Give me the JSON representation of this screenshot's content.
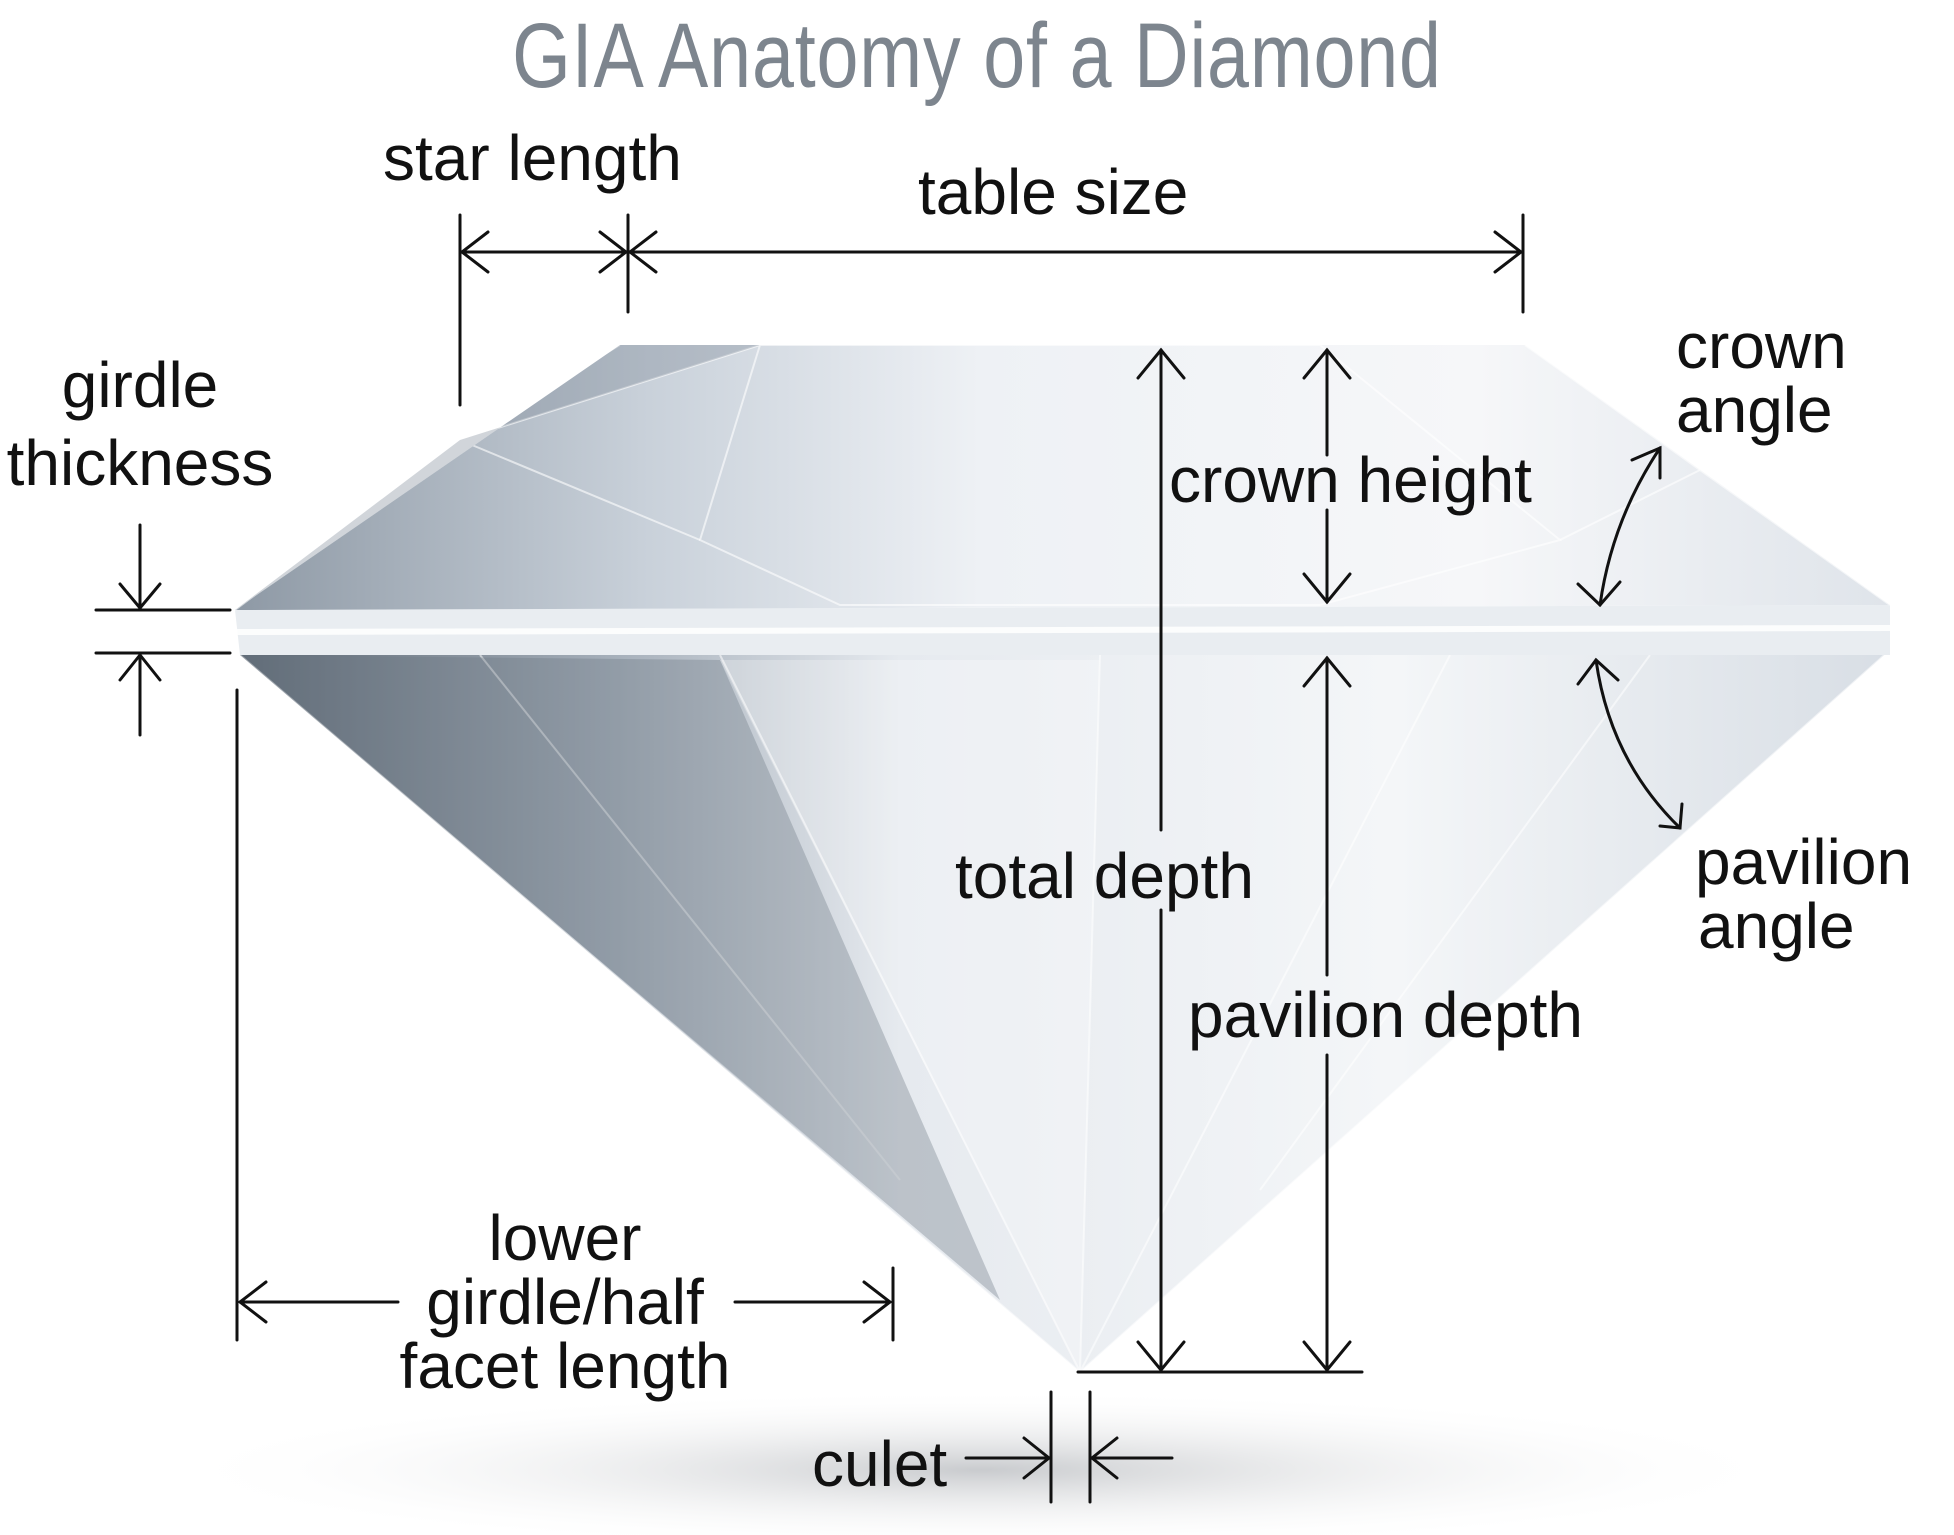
{
  "title": "GIA Anatomy of a Diamond",
  "labels": {
    "star_length": "star length",
    "table_size": "table size",
    "girdle_thickness": [
      "girdle",
      "thickness"
    ],
    "crown_height": "crown height",
    "crown_angle": [
      "crown",
      "angle"
    ],
    "total_depth": "total depth",
    "pavilion_angle": [
      "pavilion",
      "angle"
    ],
    "pavilion_depth": "pavilion depth",
    "lower_girdle": [
      "lower",
      "girdle/half",
      "facet length"
    ],
    "culet": "culet"
  },
  "colors": {
    "title": "#7d858e",
    "lines": "#111111",
    "diamond_light": "#f4f6f9",
    "diamond_shade": "#8f9aa6"
  }
}
